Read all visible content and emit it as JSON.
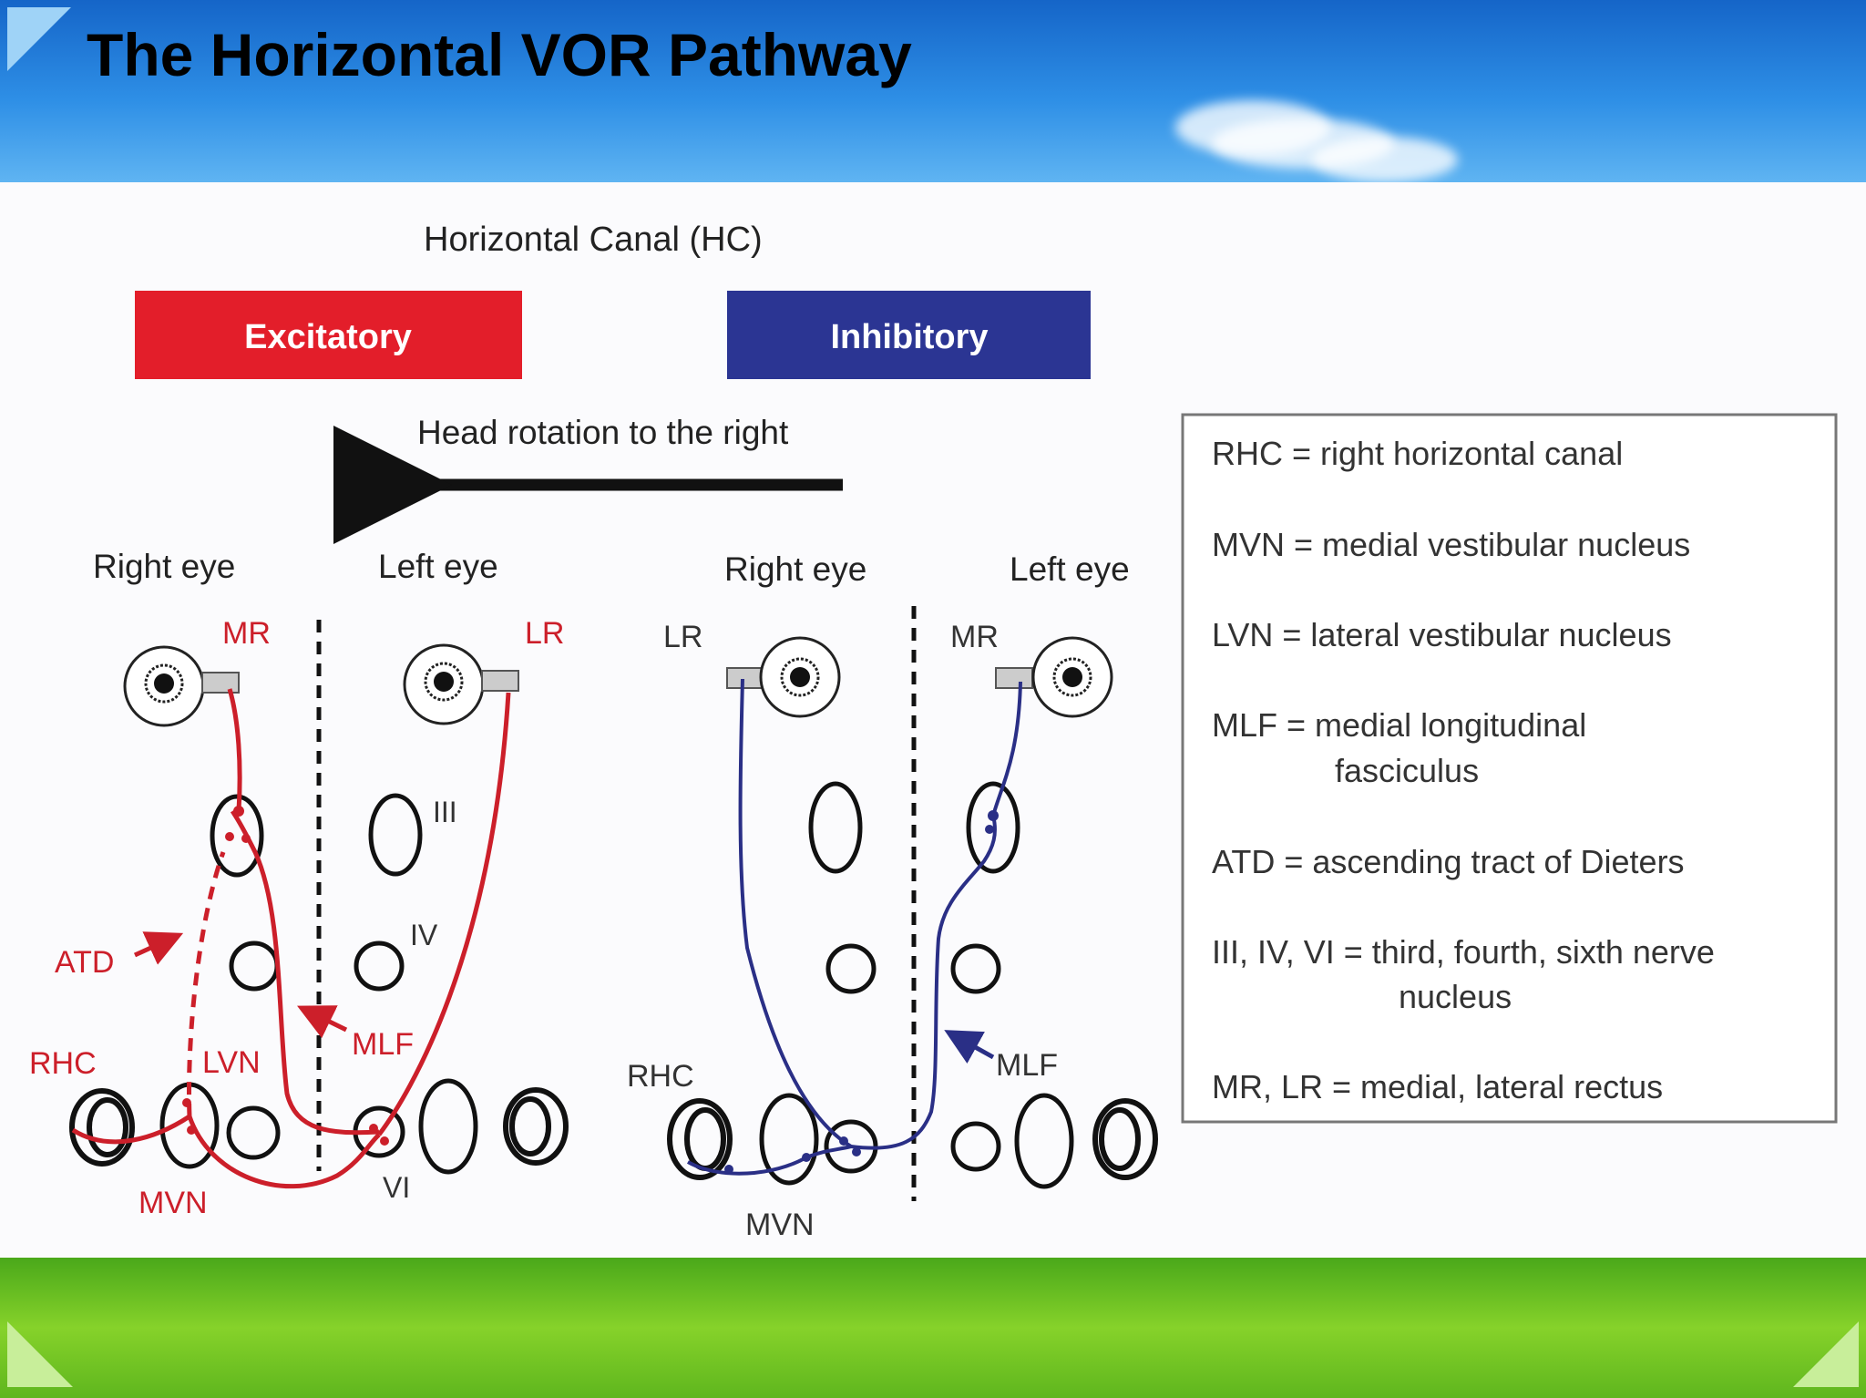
{
  "slide": {
    "title": "The Horizontal VOR Pathway"
  },
  "diagram": {
    "canal_label": "Horizontal Canal (HC)",
    "excitatory_label": "Excitatory",
    "inhibitory_label": "Inhibitory",
    "rotation_label": "Head rotation to the right",
    "colors": {
      "excitatory": "#e31e2a",
      "inhibitory": "#2b3593",
      "pathway_red": "#cc1f2a",
      "pathway_blue": "#2a2f86"
    },
    "left_panel": {
      "right_eye": "Right eye",
      "left_eye": "Left eye",
      "mr": "MR",
      "lr": "LR",
      "iii": "III",
      "iv": "IV",
      "vi": "VI",
      "atd": "ATD",
      "mlf": "MLF",
      "rhc": "RHC",
      "lvn": "LVN",
      "mvn": "MVN"
    },
    "right_panel": {
      "right_eye": "Right eye",
      "left_eye": "Left eye",
      "lr": "LR",
      "mr": "MR",
      "mlf": "MLF",
      "rhc": "RHC",
      "mvn": "MVN"
    },
    "legend": {
      "rhc": "RHC = right horizontal canal",
      "mvn": "MVN = medial vestibular nucleus",
      "lvn": "LVN = lateral vestibular nucleus",
      "mlf_1": "MLF = medial longitudinal",
      "mlf_2": "fasciculus",
      "atd": "ATD = ascending tract of Dieters",
      "nuclei_1": "III, IV, VI = third, fourth, sixth nerve",
      "nuclei_2": "nucleus",
      "rectus": "MR, LR = medial, lateral rectus"
    }
  }
}
